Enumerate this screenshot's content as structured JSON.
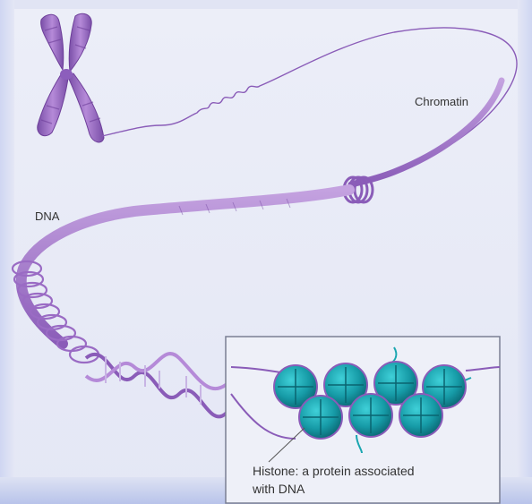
{
  "labels": {
    "chromatin": "Chromatin",
    "dna": "DNA",
    "histone_line1": "Histone: a protein associated",
    "histone_line2": "with DNA"
  },
  "colors": {
    "chromosome": "#9a6bc4",
    "chromosome_dark": "#6e3f9a",
    "fiber": "#a77fcf",
    "histone": "#1aa6b0",
    "histone_dark": "#0b6f78",
    "inset_bg": "#eef0f8",
    "inset_border": "#7a7f93"
  }
}
